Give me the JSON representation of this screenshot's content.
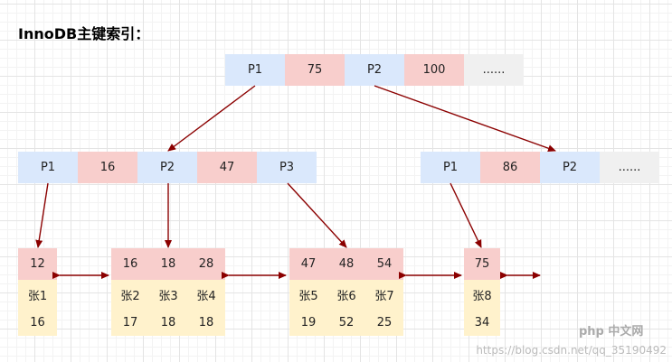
{
  "title": "InnoDB主键索引：",
  "root": [
    "P1",
    "75",
    "P2",
    "100",
    "......"
  ],
  "left_internal": [
    "P1",
    "16",
    "P2",
    "47",
    "P3"
  ],
  "right_internal": [
    "P1",
    "86",
    "P2",
    "......"
  ],
  "leaves": [
    {
      "keys": [
        "12"
      ],
      "names": [
        "张1"
      ],
      "ages": [
        "16"
      ]
    },
    {
      "keys": [
        "16",
        "18",
        "28"
      ],
      "names": [
        "张2",
        "张3",
        "张4"
      ],
      "ages": [
        "17",
        "18",
        "18"
      ]
    },
    {
      "keys": [
        "47",
        "48",
        "54"
      ],
      "names": [
        "张5",
        "张6",
        "张7"
      ],
      "ages": [
        "19",
        "52",
        "25"
      ]
    },
    {
      "keys": [
        "75"
      ],
      "names": [
        "张8"
      ],
      "ages": [
        "34"
      ]
    }
  ],
  "watermark": "https://blog.csdn.net/qq_35190492",
  "logo": "php 中文网",
  "colors": {
    "pointer": "#dae8fc",
    "key": "#f8cecc",
    "row": "#fff2cc",
    "empty": "#f0f0f0",
    "arrow": "#8b0000"
  }
}
